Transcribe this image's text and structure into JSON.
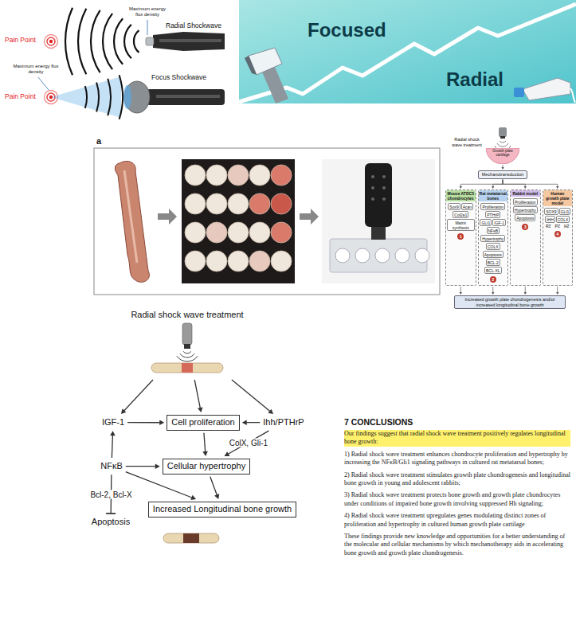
{
  "diagram": {
    "nodes": [
      {
        "text": [
          "Radial shock wave treatment"
        ]
      },
      {
        "text": [
          "Growth plate cartilage"
        ]
      },
      {
        "text": [
          "Mechanotransduction"
        ]
      },
      {
        "text": [
          "Mouse ATDC5 chondrocytes"
        ]
      },
      {
        "text": [
          "Sox9"
        ],
        "in": 3
      },
      {
        "text": [
          "Acan"
        ],
        "in": 3
      },
      {
        "text": [
          "Col2a1"
        ],
        "in": 3
      },
      {
        "text": [
          "Matrix synthesis"
        ],
        "in": 3
      },
      {
        "text": [
          "Rat metatarsal bones"
        ]
      },
      {
        "text": [
          "Proliferation"
        ],
        "in": 8
      },
      {
        "text": [
          "PTHrP"
        ],
        "in": 8
      },
      {
        "text": [
          "GLI1"
        ],
        "in": 8
      },
      {
        "text": [
          "IGF-1"
        ],
        "in": 8
      },
      {
        "text": [
          "NFκB"
        ],
        "in": 8
      },
      {
        "text": [
          "Hypertrophy"
        ],
        "in": 8
      },
      {
        "text": [
          "COLX"
        ],
        "in": 8
      },
      {
        "text": [
          "Apoptosis"
        ],
        "in": 8
      },
      {
        "text": [
          "BCL-2"
        ],
        "in": 8
      },
      {
        "text": [
          "BCL-XL"
        ],
        "in": 8
      },
      {
        "text": [
          "Rabbit model"
        ]
      },
      {
        "text": [
          "Proliferation"
        ],
        "in": 19
      },
      {
        "text": [
          "Hypertrophy"
        ],
        "in": 19
      },
      {
        "text": [
          "Apoptosis"
        ],
        "in": 19
      },
      {
        "text": [
          "Human growth plate model"
        ]
      },
      {
        "text": [
          "SOX9"
        ],
        "in": 23
      },
      {
        "text": [
          "GLI1"
        ],
        "in": 23
      },
      {
        "text": [
          "IHH"
        ],
        "in": 23
      },
      {
        "text": [
          "COLX"
        ],
        "in": 23
      },
      {
        "text": [
          "Increased growth plate chondrogenesis and/or increased longitudinal bone growth"
        ]
      },
      {
        "text": [
          "Radial shock wave treatment"
        ]
      },
      {
        "text": [
          "IGF-1"
        ]
      },
      {
        "text": [
          "Cell proliferation"
        ]
      },
      {
        "text": [
          "Ihh/PTHrP"
        ]
      },
      {
        "text": [
          "NFκB"
        ]
      },
      {
        "text": [
          "Cellular hypertrophy"
        ]
      },
      {
        "text": [
          "Apoptosis"
        ]
      },
      {
        "text": [
          "Increased Longitudinal bone growth"
        ]
      }
    ],
    "edges": [
      {
        "from": 1,
        "to": 2,
        "arrow": "to"
      },
      {
        "from": 2,
        "to": 3,
        "arrow": "to"
      },
      {
        "from": 2,
        "to": 8,
        "arrow": "to"
      },
      {
        "from": 2,
        "to": 19,
        "arrow": "to"
      },
      {
        "from": 2,
        "to": 23,
        "arrow": "to"
      },
      {
        "from": 3,
        "to": 28,
        "arrow": "to"
      },
      {
        "from": 8,
        "to": 28,
        "arrow": "to"
      },
      {
        "from": 19,
        "to": 28,
        "arrow": "to"
      },
      {
        "from": 23,
        "to": 28,
        "arrow": "to"
      },
      {
        "from": 29,
        "to": 30,
        "arrow": "to"
      },
      {
        "from": 29,
        "to": 31,
        "arrow": "to"
      },
      {
        "from": 29,
        "to": 32,
        "arrow": "to"
      },
      {
        "from": 30,
        "to": 31,
        "arrow": "to"
      },
      {
        "from": 32,
        "to": 31,
        "arrow": "to"
      },
      {
        "from": 31,
        "to": 34,
        "arrow": "to"
      },
      {
        "from": 32,
        "to": 34,
        "label": "ColX, Gli-1",
        "arrow": "to"
      },
      {
        "from": 33,
        "to": 30,
        "arrow": "to"
      },
      {
        "from": 33,
        "to": 34,
        "arrow": "to"
      },
      {
        "from": 33,
        "to": 36,
        "arrow": "to"
      },
      {
        "from": 33,
        "to": 35,
        "label": "Bcl-2, Bcl-X",
        "arrow": "to"
      },
      {
        "from": 34,
        "to": 36,
        "arrow": "to"
      }
    ],
    "labels": [
      "Maximum energy flux density",
      "Pain Point",
      "Radial Shockwave",
      "Maximum energy flux density",
      "Pain Point",
      "Focus Shockwave",
      "Focused",
      "Radial",
      "a",
      "1",
      "2",
      "3",
      "RZ",
      "PZ",
      "HZ",
      "4",
      "7 CONCLUSIONS",
      "Our findings suggest that radial shock wave treatment positively regulates longitudinal bone growth:",
      "1) Radial shock wave treatment enhances chondrocyte proliferation and hypertrophy by increasing the NFκB/Gli1 signaling pathways in cultured rat metatarsal bones;",
      "2) Radial shock wave treatment stimulates growth plate chondrogenesis and longitudinal bone growth in young and adolescent rabbits;",
      "3) Radial shock wave treatment protects bone growth and growth plate chondrocytes under conditions of impaired bone growth involving suppressed Hh signaling;",
      "4) Radial shock wave treatment upregulates genes modulating distinct zones of proliferation and hypertrophy in cultured human growth plate cartilage",
      "These findings provide new knowledge and opportunities for a better understanding of the molecular and cellular mechanisms by which mechanotherapy aids in accelerating bone growth and growth plate chondrogenesis."
    ]
  }
}
